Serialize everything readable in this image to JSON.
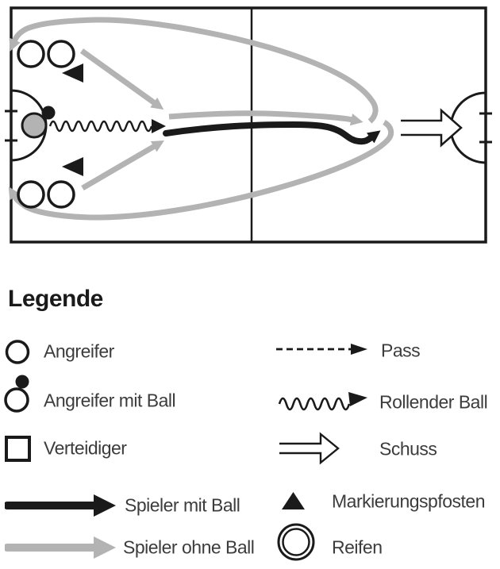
{
  "legend": {
    "title": "Legende",
    "left": [
      {
        "icon": "attacker-circle-icon",
        "label": "Angreifer"
      },
      {
        "icon": "attacker-with-ball-icon",
        "label": "Angreifer mit Ball"
      },
      {
        "icon": "defender-square-icon",
        "label": "Verteidiger"
      },
      {
        "icon": "player-with-ball-arrow-icon",
        "label": "Spieler mit Ball"
      },
      {
        "icon": "player-without-ball-arrow-icon",
        "label": "Spieler ohne Ball"
      }
    ],
    "right": [
      {
        "icon": "pass-dashed-arrow-icon",
        "label": "Pass"
      },
      {
        "icon": "rolling-ball-wave-icon",
        "label": "Rollender Ball"
      },
      {
        "icon": "shot-outline-arrow-icon",
        "label": "Schuss"
      },
      {
        "icon": "marking-post-triangle-icon",
        "label": "Markierungspfosten"
      },
      {
        "icon": "hoop-double-circle-icon",
        "label": "Reifen"
      }
    ]
  },
  "field": {
    "elements": [
      "court-outline",
      "center-line",
      "left-goal-arc",
      "right-goal-arc",
      "attacker-circles-top-pair",
      "attacker-circles-bottom-pair",
      "marking-post-top",
      "marking-post-bottom",
      "ball-carrier-gray-circle",
      "ball-dot",
      "rolling-ball-wavy-arrow",
      "pass-run-paths-gray",
      "player-with-ball-black-path",
      "return-run-arcs-gray",
      "shot-outline-arrow"
    ]
  },
  "colors": {
    "black": "#1a1a1a",
    "gray": "#b3b3b3",
    "label_text": "#3c3c3c",
    "background": "#ffffff"
  }
}
